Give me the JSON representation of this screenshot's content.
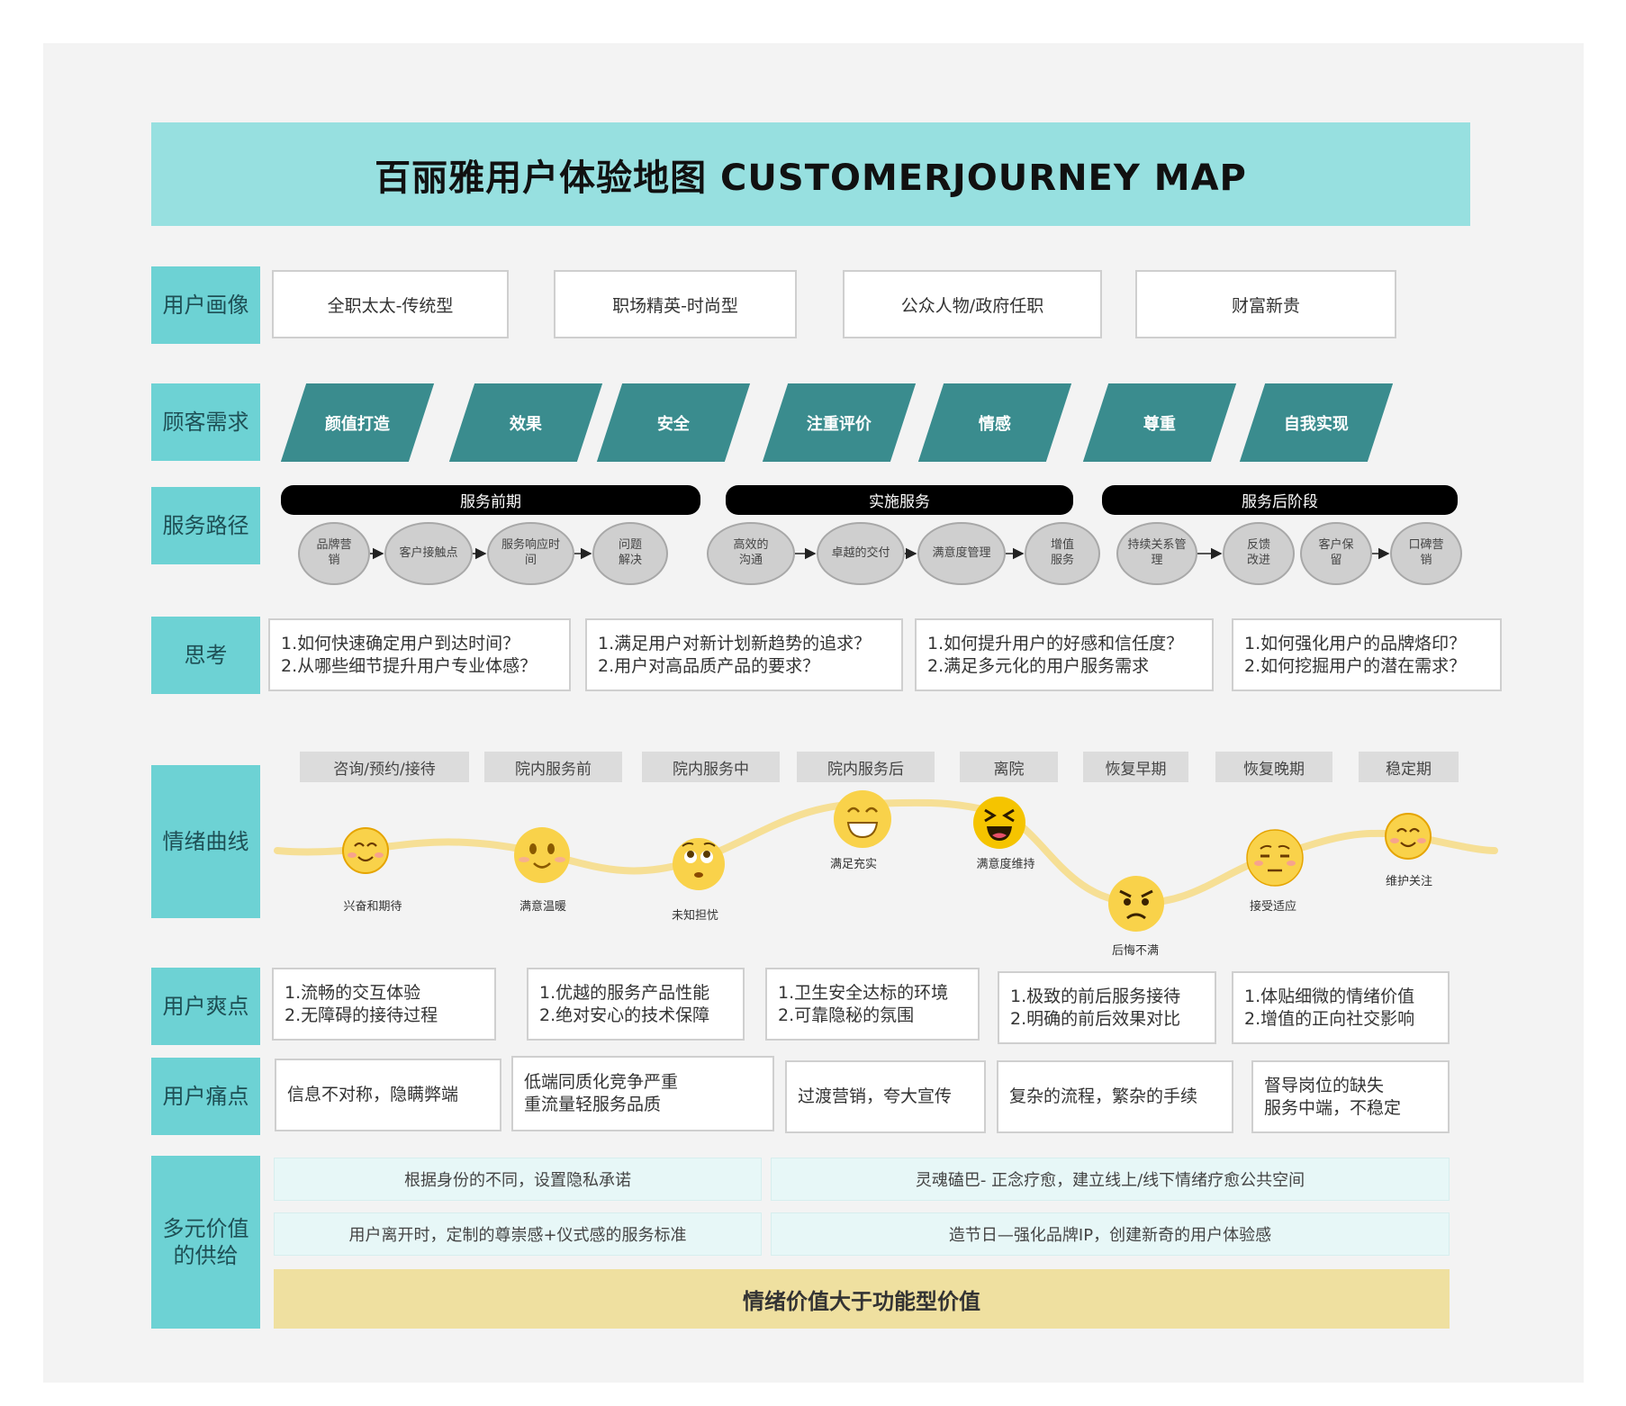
{
  "title": "百丽雅用户体验地图 CUSTOMERJOURNEY MAP",
  "rows": {
    "persona": "用户画像",
    "needs": "顾客需求",
    "path": "服务路径",
    "thinking": "思考",
    "emotion": "情绪曲线",
    "delight": "用户爽点",
    "pain": "用户痛点",
    "supply_line1": "多元价值",
    "supply_line2": "的供给"
  },
  "personas": [
    "全职太太-传统型",
    "职场精英-时尚型",
    "公众人物/政府任职",
    "财富新贵"
  ],
  "needs": [
    "颜值打造",
    "效果",
    "安全",
    "注重评价",
    "情感",
    "尊重",
    "自我实现"
  ],
  "phases": [
    "服务前期",
    "实施服务",
    "服务后阶段"
  ],
  "nodes": [
    {
      "line1": "品牌营",
      "line2": "销"
    },
    {
      "line1": "客户接触点",
      "line2": ""
    },
    {
      "line1": "服务响应时",
      "line2": "间"
    },
    {
      "line1": "问题",
      "line2": "解决"
    },
    {
      "line1": "高效的",
      "line2": "沟通"
    },
    {
      "line1": "卓越的交付",
      "line2": ""
    },
    {
      "line1": "满意度管理",
      "line2": ""
    },
    {
      "line1": "增值",
      "line2": "服务"
    },
    {
      "line1": "持续关系管",
      "line2": "理"
    },
    {
      "line1": "反馈",
      "line2": "改进"
    },
    {
      "line1": "客户保",
      "line2": "留"
    },
    {
      "line1": "口碑营",
      "line2": "销"
    }
  ],
  "thinking": [
    {
      "line1": "1.如何快速确定用户到达时间？",
      "line2": "2.从哪些细节提升用户专业体感？"
    },
    {
      "line1": "1.满足用户对新计划新趋势的追求？",
      "line2": "2.用户对高品质产品的要求？"
    },
    {
      "line1": "1.如何提升用户的好感和信任度？",
      "line2": "2.满足多元化的用户服务需求"
    },
    {
      "line1": "1.如何强化用户的品牌烙印？",
      "line2": "2.如何挖掘用户的潜在需求？"
    }
  ],
  "stages": [
    "咨询/预约/接待",
    "院内服务前",
    "院内服务中",
    "院内服务后",
    "离院",
    "恢复早期",
    "恢复晚期",
    "稳定期"
  ],
  "emotions": [
    {
      "label": "兴奋和期待",
      "icon": "blushing-smile-icon",
      "level": 0.52
    },
    {
      "label": "满意温暖",
      "icon": "smile-icon",
      "level": 0.52
    },
    {
      "label": "未知担忧",
      "icon": "worried-icon",
      "level": 0.35
    },
    {
      "label": "满足充实",
      "icon": "big-grin-icon",
      "level": 0.9
    },
    {
      "label": "满意度维持",
      "icon": "laughing-icon",
      "level": 0.85
    },
    {
      "label": "后悔不满",
      "icon": "angry-icon",
      "level": 0.1
    },
    {
      "label": "接受适应",
      "icon": "unamused-icon",
      "level": 0.45
    },
    {
      "label": "维护关注",
      "icon": "blushing-smile-icon",
      "level": 0.62
    }
  ],
  "delights": [
    {
      "line1": "1.流畅的交互体验",
      "line2": "2.无障碍的接待过程"
    },
    {
      "line1": "1.优越的服务产品性能",
      "line2": "2.绝对安心的技术保障"
    },
    {
      "line1": "1.卫生安全达标的环境",
      "line2": "2.可靠隐秘的氛围"
    },
    {
      "line1": "1.极致的前后服务接待",
      "line2": "2.明确的前后效果对比"
    },
    {
      "line1": "1.体贴细微的情绪价值",
      "line2": "2.增值的正向社交影响"
    }
  ],
  "pains": [
    {
      "line1": "信息不对称，隐瞒弊端",
      "line2": ""
    },
    {
      "line1": "低端同质化竞争严重",
      "line2": "重流量轻服务品质"
    },
    {
      "line1": "过渡营销，夸大宣传",
      "line2": ""
    },
    {
      "line1": "复杂的流程，繁杂的手续",
      "line2": ""
    },
    {
      "line1": "督导岗位的缺失",
      "line2": "服务中端，不稳定"
    }
  ],
  "supply": [
    "根据身份的不同，设置隐私承诺",
    "灵魂磕巴- 正念疗愈，建立线上/线下情绪疗愈公共空间",
    "用户离开时，定制的尊崇感+仪式感的服务标准",
    "造节日—强化品牌IP，创建新奇的用户体验感"
  ],
  "summary": "情绪价值大于功能型价值",
  "colors": {
    "title_bg": "#97e0e0",
    "label_bg": "#6dd2d4",
    "need_bg": "#3a8c8e",
    "curve": "#f6df95",
    "emoji": "#f9d24a",
    "summary_bg": "#efe0a0"
  }
}
